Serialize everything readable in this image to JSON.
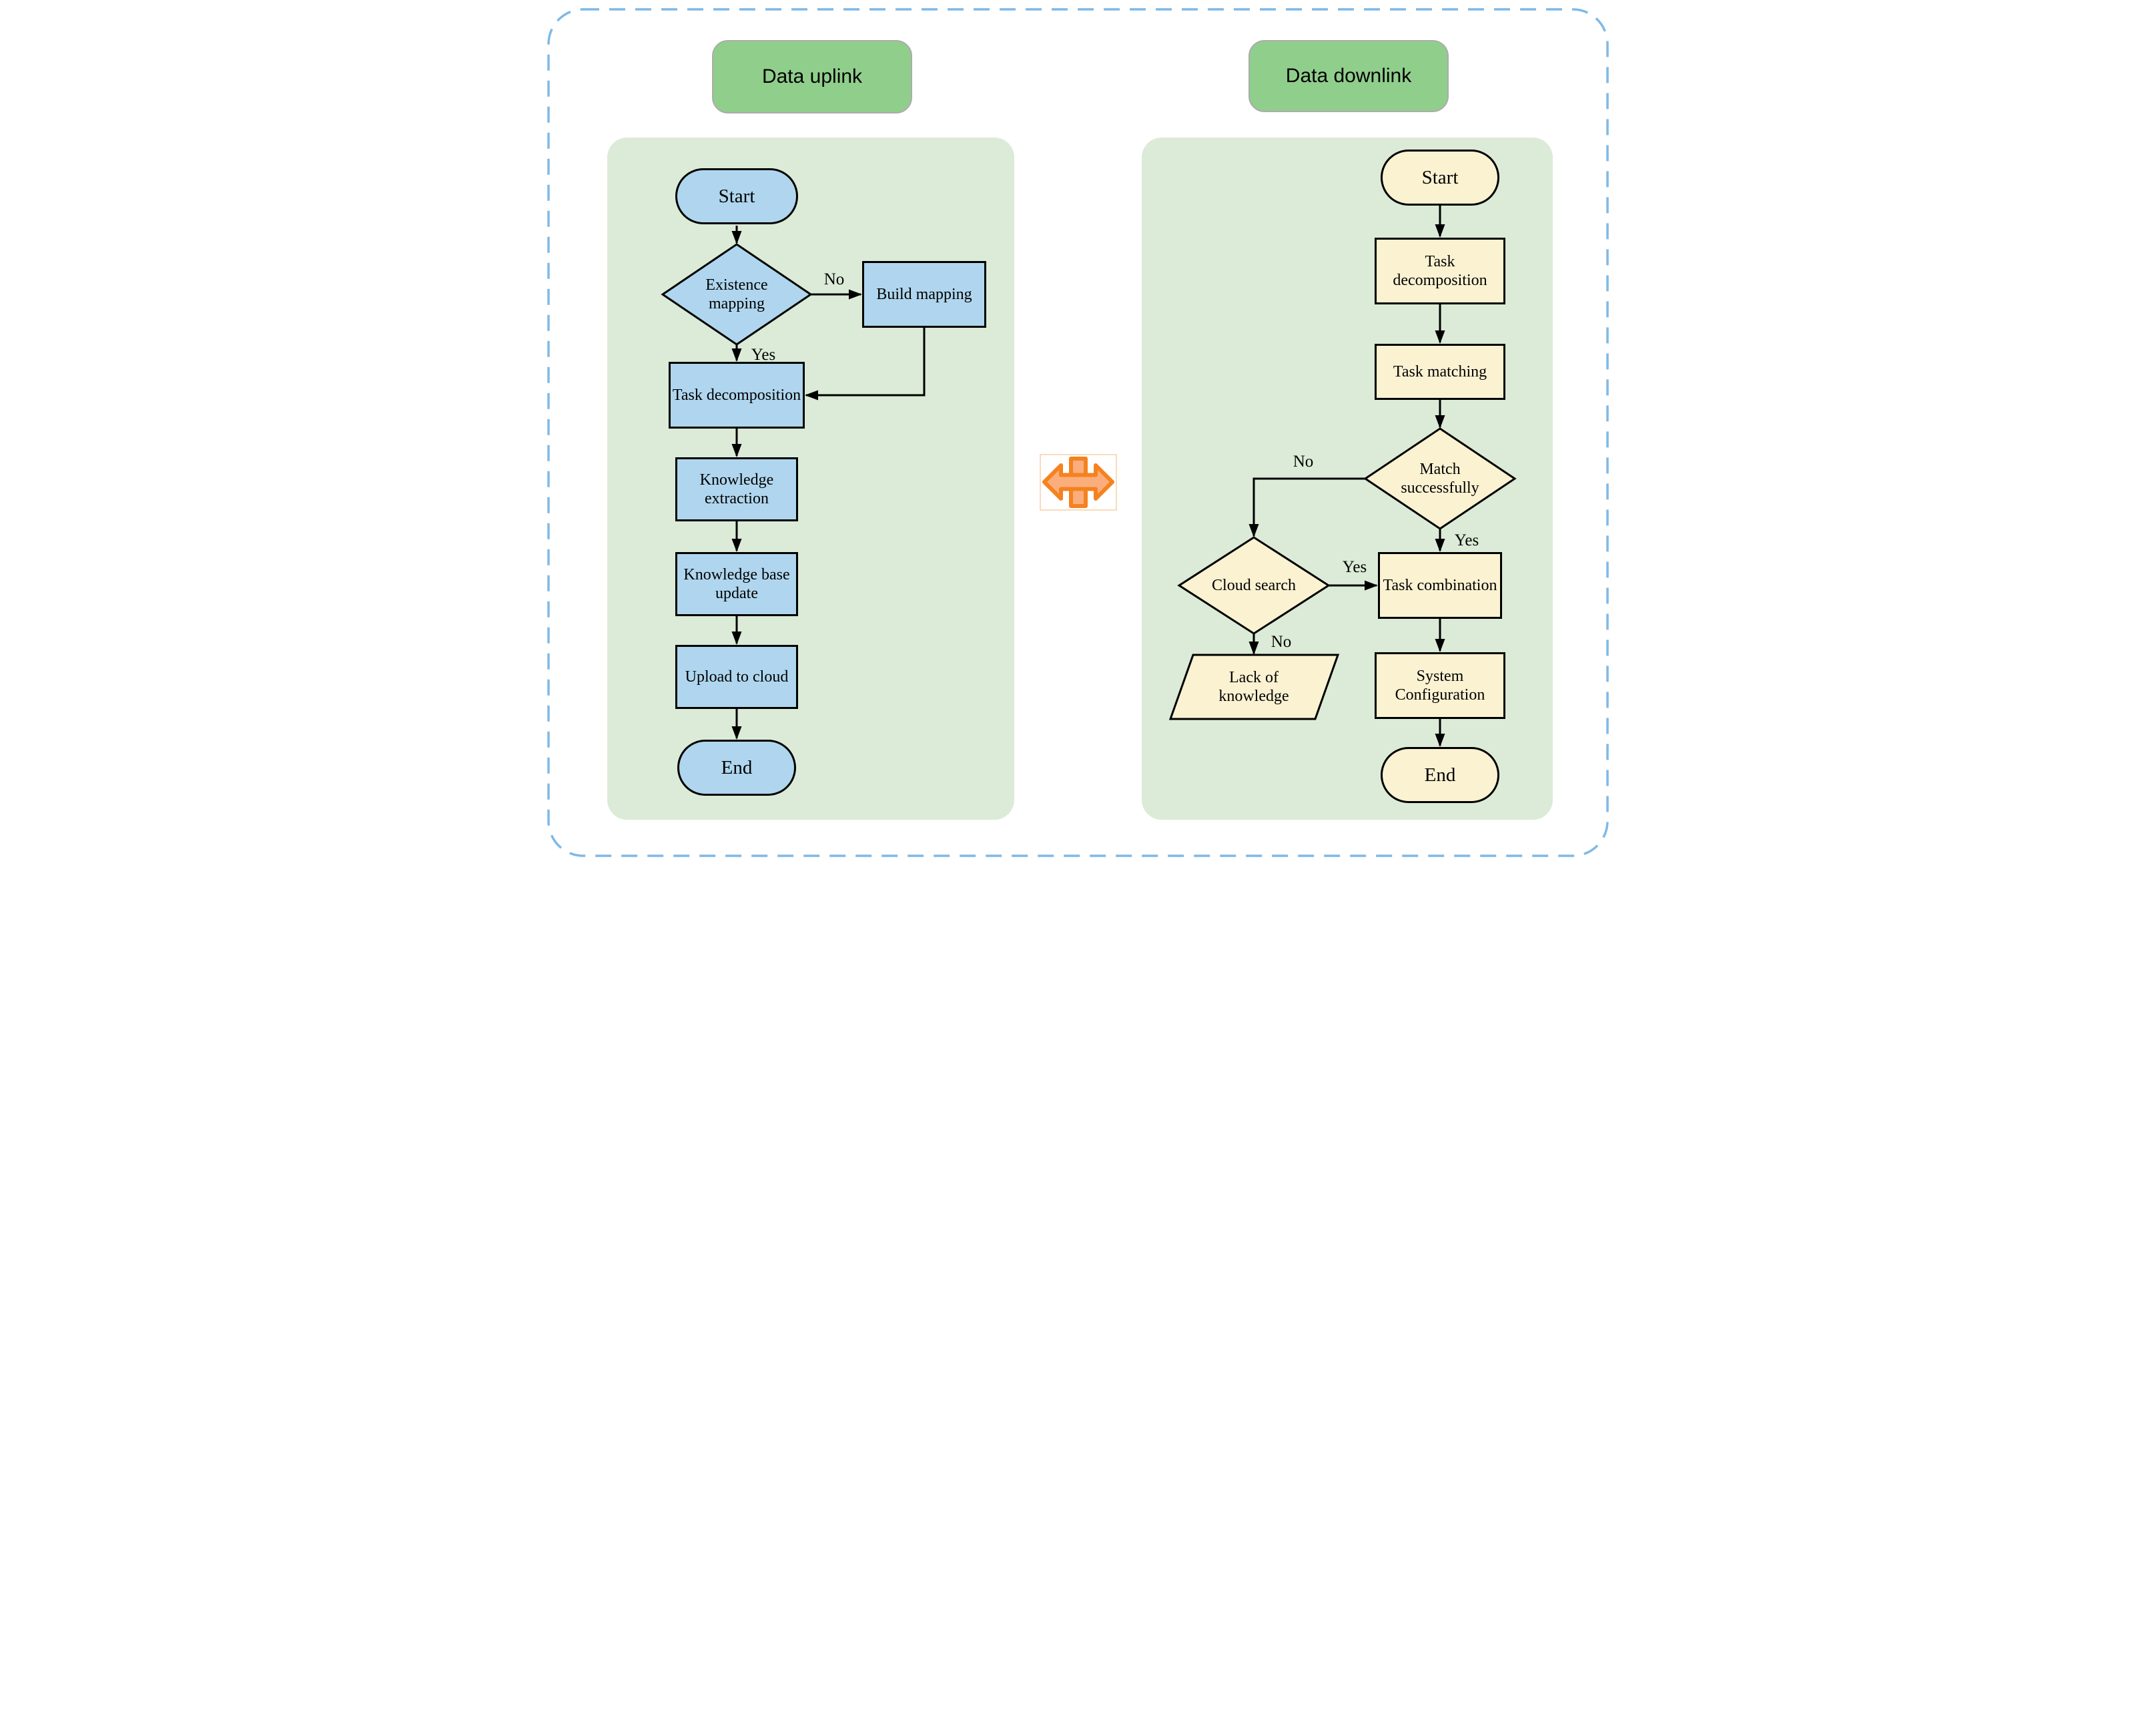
{
  "figure": {
    "uplink": {
      "title": "Data uplink",
      "nodes": {
        "start": "Start",
        "existence_mapping": "Existence mapping",
        "build_mapping": "Build mapping",
        "task_decomposition": "Task decomposition",
        "knowledge_extraction": "Knowledge extraction",
        "knowledge_base_update": "Knowledge base update",
        "upload_to_cloud": "Upload to cloud",
        "end": "End"
      },
      "labels": {
        "existence_no": "No",
        "existence_yes": "Yes"
      }
    },
    "downlink": {
      "title": "Data downlink",
      "nodes": {
        "start": "Start",
        "task_decomposition": "Task decomposition",
        "task_matching": "Task matching",
        "match_successfully": "Match successfully",
        "cloud_search": "Cloud search",
        "task_combination": "Task combination",
        "lack_of_knowledge": "Lack of knowledge",
        "system_configuration": "System Configuration",
        "end": "End"
      },
      "labels": {
        "match_no": "No",
        "match_yes": "Yes",
        "cloud_yes": "Yes",
        "cloud_no": "No"
      }
    },
    "colors": {
      "uplink_node_fill": "#AFD6EE",
      "downlink_node_fill": "#FBF2D2",
      "panel_fill": "#DBEBD7",
      "header_fill": "#90CE8C",
      "dashed_border_blue": "#7FB9E6",
      "sync_icon_stroke": "#F58220",
      "sync_icon_fill": "#FBAE7C"
    }
  }
}
